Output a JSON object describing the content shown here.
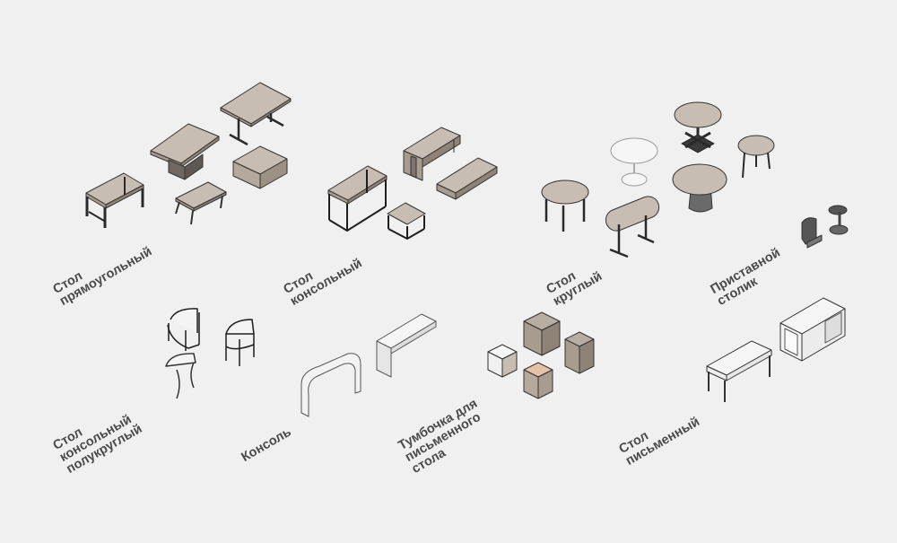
{
  "groups": [
    {
      "id": "rect",
      "lines": [
        "Стол",
        "прямоугольный"
      ]
    },
    {
      "id": "console",
      "lines": [
        "Стол",
        "консольный"
      ]
    },
    {
      "id": "round",
      "lines": [
        "Стол",
        "круглый"
      ]
    },
    {
      "id": "side",
      "lines": [
        "Приставной",
        "столик"
      ]
    },
    {
      "id": "semi",
      "lines": [
        "Стол",
        "консольный",
        "полукруглый"
      ]
    },
    {
      "id": "konsol",
      "lines": [
        "Консоль"
      ]
    },
    {
      "id": "pedestal",
      "lines": [
        "Тумбочка для",
        "письменного",
        "стола"
      ]
    },
    {
      "id": "desk",
      "lines": [
        "Стол",
        "письменный"
      ]
    }
  ],
  "colors": {
    "background": "#f0f0f0",
    "label": "#4a4a4a",
    "top": "#c8bdb2",
    "side": "#a89c8f",
    "dark": "#7f7570",
    "metal": "#2a2a2a",
    "grey": "#8a8a8a",
    "white": "#f4f4f4",
    "line": "#333333",
    "peach": "#e7c2aa"
  }
}
